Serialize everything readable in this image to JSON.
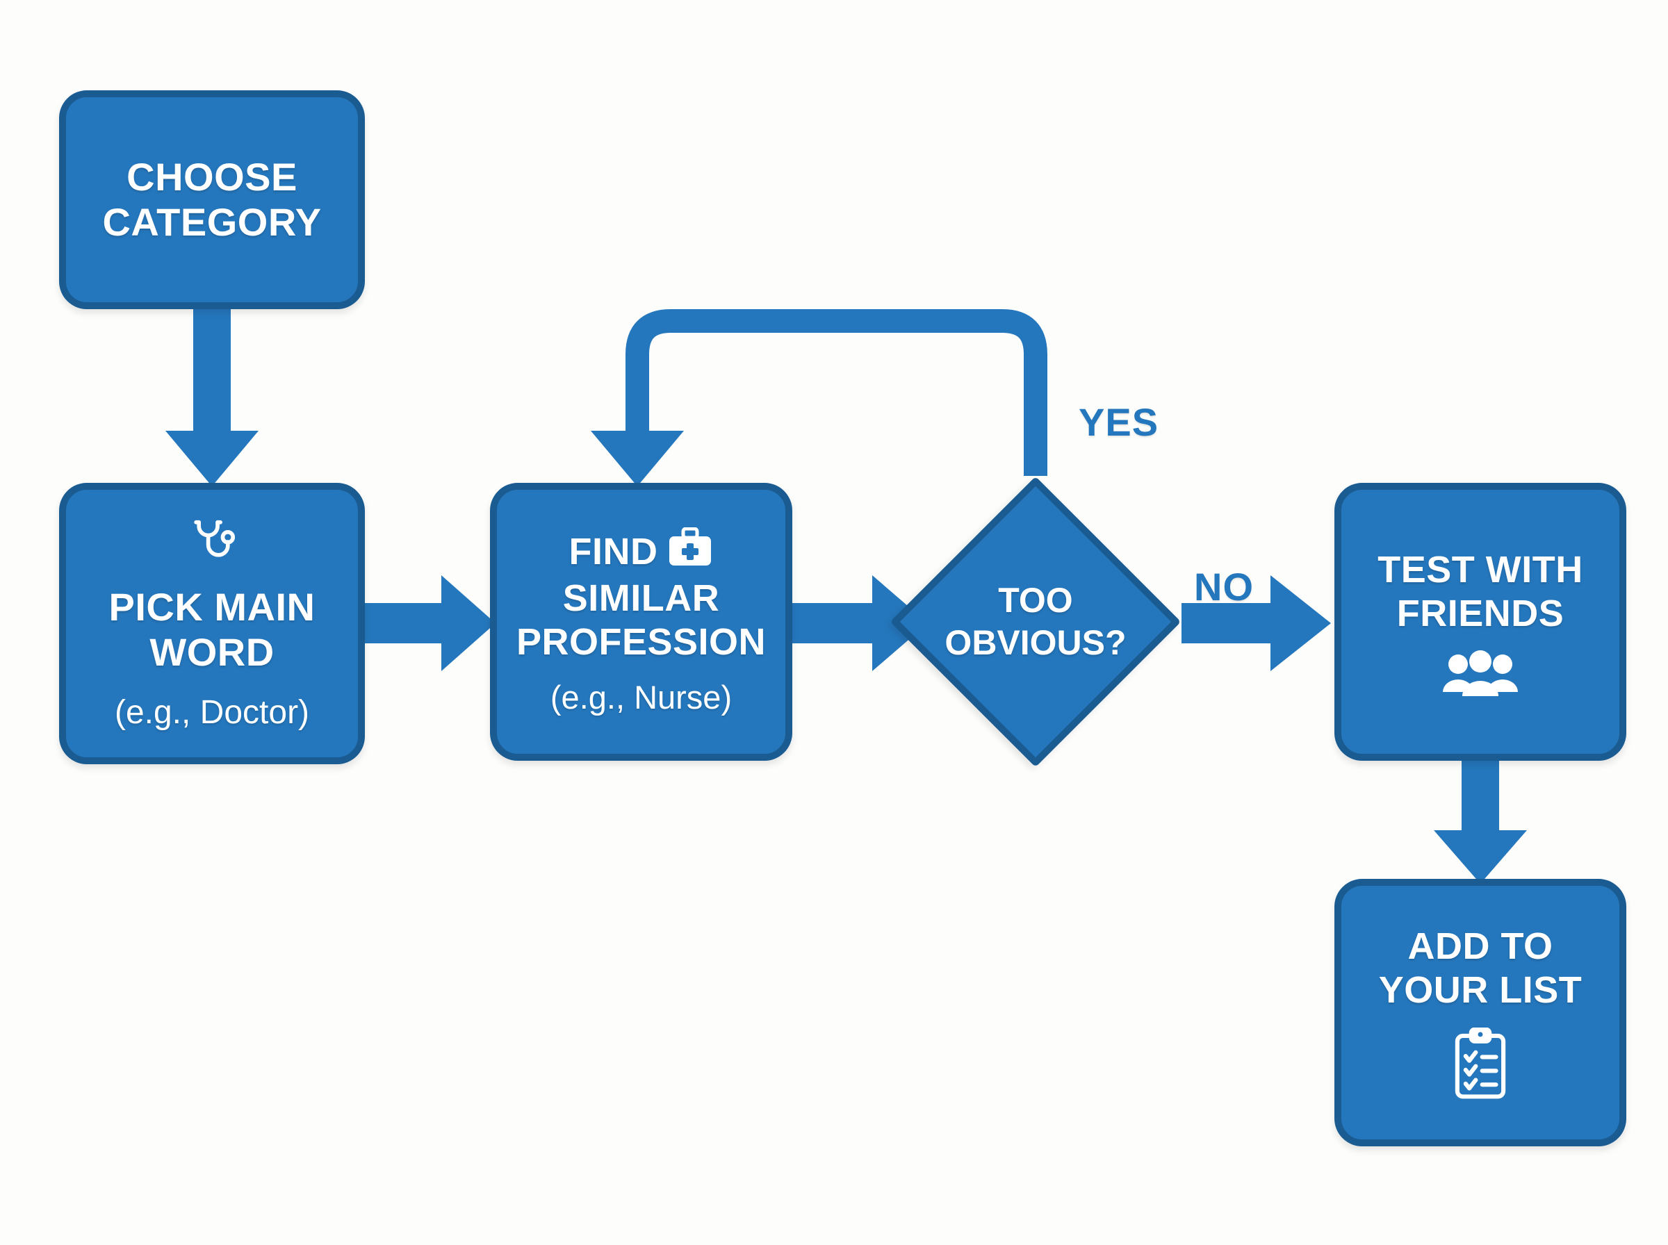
{
  "diagram": {
    "type": "flowchart",
    "title": "Word association brainstorming flowchart",
    "background_color": "#fdfdfc",
    "node_fill_color": "#2577bd",
    "node_border_color": "#1a5c92",
    "node_text_color": "#ffffff",
    "connector_color": "#2577bd",
    "label_color": "#2577bd"
  },
  "nodes": {
    "choose_category": {
      "id": "choose-category",
      "shape": "rounded-rectangle",
      "title_line1": "CHOOSE",
      "title_line2": "CATEGORY"
    },
    "pick_main_word": {
      "id": "pick-main-word",
      "shape": "rounded-rectangle",
      "icon": "stethoscope-icon",
      "title_line1": "PICK MAIN",
      "title_line2": "WORD",
      "subtitle": "(e.g., Doctor)"
    },
    "find_similar_profession": {
      "id": "find-similar-profession",
      "shape": "rounded-rectangle",
      "icon": "medical-bag-icon",
      "title_line1": "FIND",
      "title_line2": "SIMILAR",
      "title_line3": "PROFESSION",
      "subtitle": "(e.g., Nurse)"
    },
    "too_obvious": {
      "id": "too-obvious",
      "shape": "diamond",
      "title_line1": "TOO",
      "title_line2": "OBVIOUS?"
    },
    "test_with_friends": {
      "id": "test-with-friends",
      "shape": "rounded-rectangle",
      "icon": "people-group-icon",
      "title_line1": "TEST WITH",
      "title_line2": "FRIENDS"
    },
    "add_to_your_list": {
      "id": "add-to-your-list",
      "shape": "rounded-rectangle",
      "icon": "clipboard-checklist-icon",
      "title_line1": "ADD TO",
      "title_line2": "YOUR LIST"
    }
  },
  "edges": [
    {
      "from": "choose_category",
      "to": "pick_main_word",
      "label": "",
      "direction": "down"
    },
    {
      "from": "pick_main_word",
      "to": "find_similar_profession",
      "label": "",
      "direction": "right"
    },
    {
      "from": "find_similar_profession",
      "to": "too_obvious",
      "label": "",
      "direction": "right"
    },
    {
      "from": "too_obvious",
      "to": "find_similar_profession",
      "label": "YES",
      "direction": "loop-up-left-down"
    },
    {
      "from": "too_obvious",
      "to": "test_with_friends",
      "label": "NO",
      "direction": "right"
    },
    {
      "from": "test_with_friends",
      "to": "add_to_your_list",
      "label": "",
      "direction": "down"
    }
  ],
  "labels": {
    "yes": "YES",
    "no": "NO"
  }
}
